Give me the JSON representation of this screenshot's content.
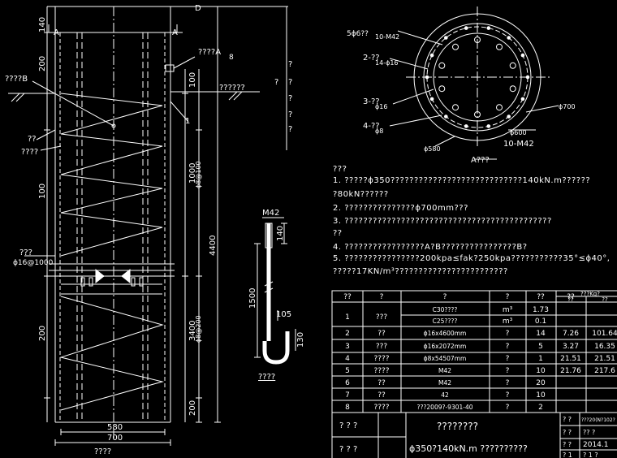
{
  "section_marks": {
    "a_left": "A",
    "a_right": "A",
    "d": "D",
    "b": "8",
    "label_1": "1"
  },
  "elevation": {
    "anchor_label": "????A",
    "b_label": "????B",
    "right_label": "??????",
    "label_qq": "??",
    "label_qqqq": "????",
    "label_qqq": "???",
    "phi_left": "ϕ16@1000",
    "bottom_label": "????",
    "side_qs": [
      "?",
      "?",
      "?",
      "?",
      "?",
      "?"
    ],
    "dims_left": [
      "140",
      "200",
      "100",
      "200"
    ],
    "dims_mid": [
      "100",
      "1000",
      "3400",
      "200"
    ],
    "dim_4400": "4400",
    "dim_580": "580",
    "dim_700": "700",
    "rot_1": "ϕ8@100",
    "rot_2": "ϕ8@200"
  },
  "bolt_detail": {
    "top_label": "M42",
    "dim_140": "140",
    "dim_1500": "1500",
    "dim_105": "105",
    "dim_130": "130",
    "caption": "????"
  },
  "plan": {
    "l1": "5ϕ6??",
    "l1b": "10-M42",
    "l2": "2-??",
    "l2b": "14-ϕ16",
    "l3": "3-??",
    "l3b": "ϕ16",
    "l4": "4-??",
    "l4b": "ϕ8",
    "d700": "ϕ700",
    "d600": "ϕ600",
    "d600b": "10-M42",
    "d580": "ϕ580",
    "caption": "A???"
  },
  "notes": [
    "???",
    "1. ?????ϕ350????????????????????????????140kN.m??????",
    "   ?80kN??????",
    "2. ???????????????ϕ700mm???",
    "3. ????????????????????????????????????????????",
    "   ??",
    "4. ?????????????????A?B????????????????B?",
    "5. ????????????????200kpa≤fak?250kpa???????????35°≤ϕ40°,",
    "   ?????17KN/m³????????????????????????"
  ],
  "table": {
    "header": [
      "??",
      "?",
      "?",
      "?",
      "??",
      "??",
      "???Kg?"
    ],
    "sub_header": [
      "??",
      "??"
    ],
    "rows": [
      [
        "1",
        "???",
        "C30????",
        "m³",
        "1.73",
        "",
        ""
      ],
      [
        "",
        "",
        "C25????",
        "m³",
        "0.1",
        "",
        ""
      ],
      [
        "2",
        "??",
        "ϕ16x4600mm",
        "?",
        "14",
        "7.26",
        "101.64"
      ],
      [
        "3",
        "???",
        "ϕ16x2072mm",
        "?",
        "5",
        "3.27",
        "16.35"
      ],
      [
        "4",
        "????",
        "ϕ8x54507mm",
        "?",
        "1",
        "21.51",
        "21.51"
      ],
      [
        "5",
        "????",
        "M42",
        "?",
        "10",
        "21.76",
        "217.6"
      ],
      [
        "6",
        "??",
        "M42",
        "?",
        "20",
        "",
        ""
      ],
      [
        "7",
        "??",
        "42",
        "?",
        "10",
        "",
        ""
      ],
      [
        "8",
        "????",
        "???2009?-9301-40",
        "?",
        "2",
        "",
        ""
      ]
    ]
  },
  "title_block": {
    "left_top": "? ? ?",
    "left_bottom": "? ? ?",
    "title": "????????",
    "subtitle": "ϕ350?140kN.m ??????????",
    "r1a": "? ?",
    "r1b": "???20(N?102?",
    "r2a": "? ?",
    "r2b": "?? ?",
    "r3a": "? ?",
    "r3b": "2014.1",
    "r4a": "? 1",
    "r4b": "? 1 ?"
  }
}
